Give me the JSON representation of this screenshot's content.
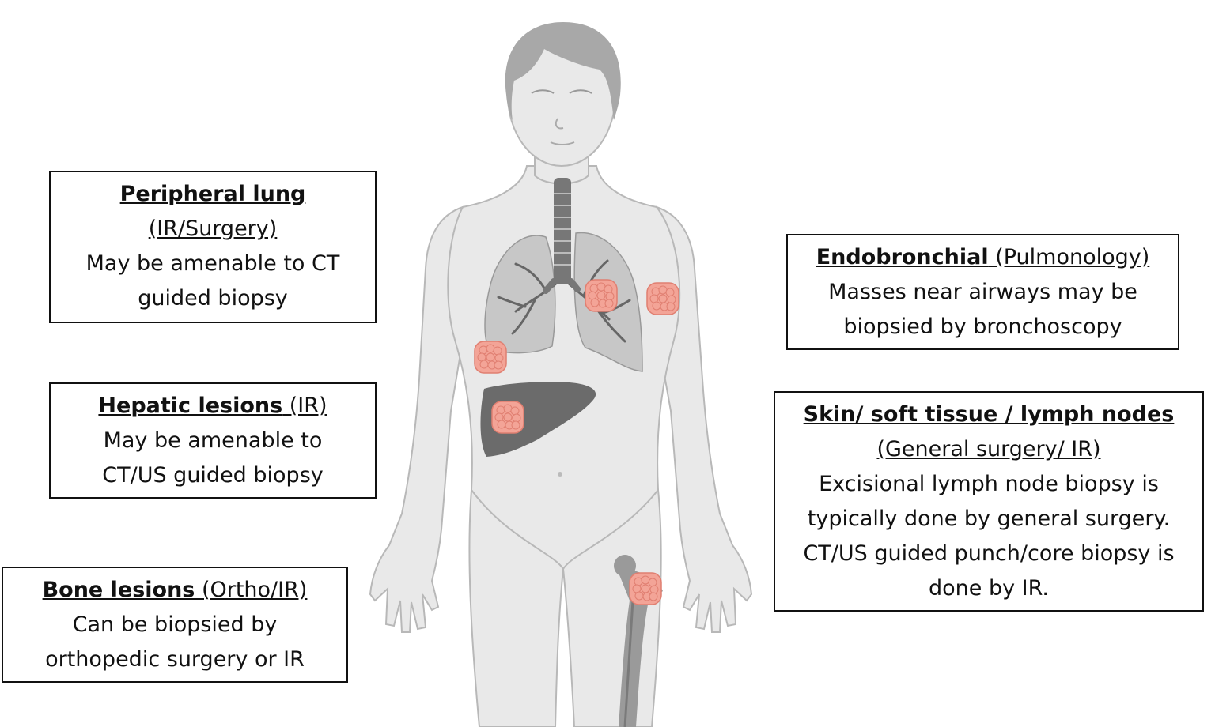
{
  "colors": {
    "body_fill": "#e9e9e9",
    "body_outline": "#b8b8b8",
    "hair": "#a8a8a8",
    "lung": "#c7c7c7",
    "airway": "#666666",
    "liver": "#6b6b6b",
    "bone": "#9a9a9a",
    "lesion": "#f3a497",
    "lesion_dark": "#e07f71",
    "box_border": "#111111"
  },
  "boxes": {
    "peripheral": {
      "title": "Peripheral lung",
      "subtitle": "(IR/Surgery)",
      "line1": "May be amenable to CT",
      "line2": "guided biopsy"
    },
    "hepatic": {
      "title": "Hepatic lesions",
      "title_suffix": " (IR)",
      "line1": "May be amenable to",
      "line2": "CT/US guided biopsy"
    },
    "bone": {
      "title": "Bone lesions",
      "title_suffix": " (Ortho/IR)",
      "line1": "Can be biopsied by",
      "line2": "orthopedic surgery or IR"
    },
    "endo": {
      "title": "Endobronchial",
      "title_suffix": " (Pulmonology)",
      "line1": "Masses near airways may be",
      "line2": "biopsied by bronchoscopy"
    },
    "skin": {
      "title": "Skin/ soft tissue / lymph nodes",
      "subtitle": "(General surgery/ IR)",
      "line1": "Excisional lymph node biopsy is",
      "line2": "typically done by general surgery.",
      "line3": "CT/US guided punch/core biopsy is",
      "line4": "done by IR."
    }
  },
  "icons": {
    "figure": "human-body-icon",
    "lesion": "tumor-lesion-icon"
  }
}
